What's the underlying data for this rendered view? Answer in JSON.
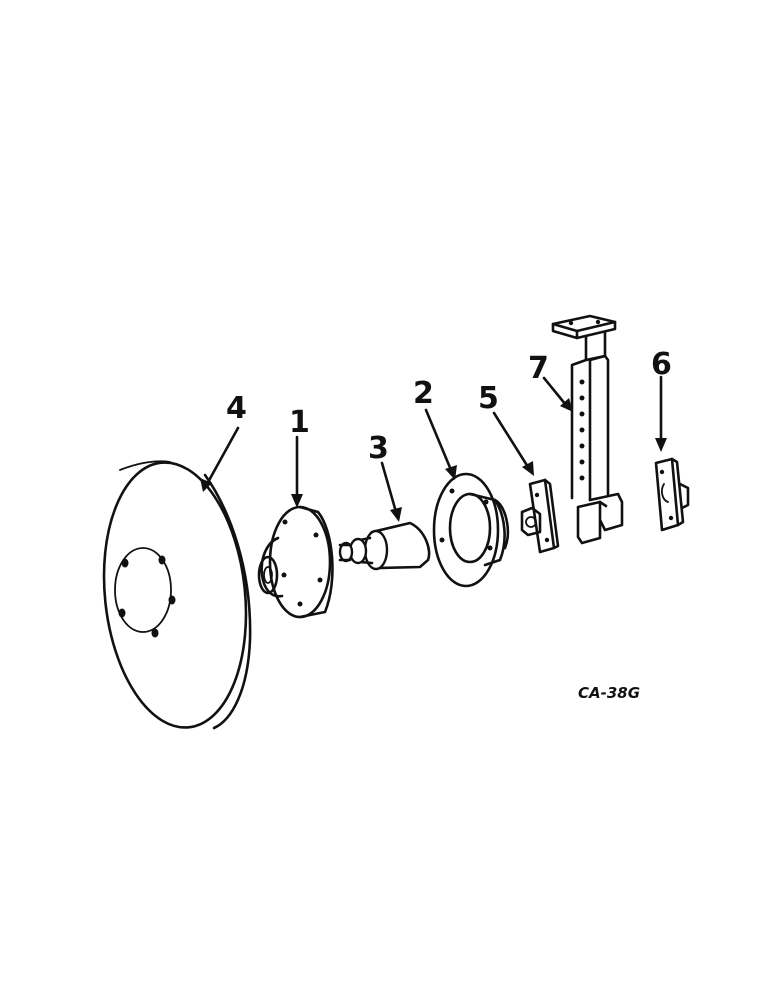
{
  "callouts": {
    "p1": "1",
    "p2": "2",
    "p3": "3",
    "p4": "4",
    "p5": "5",
    "p6": "6",
    "p7": "7"
  },
  "drawing_code": "CA-38G",
  "colors": {
    "ink": "#111111",
    "paper": "#ffffff"
  }
}
